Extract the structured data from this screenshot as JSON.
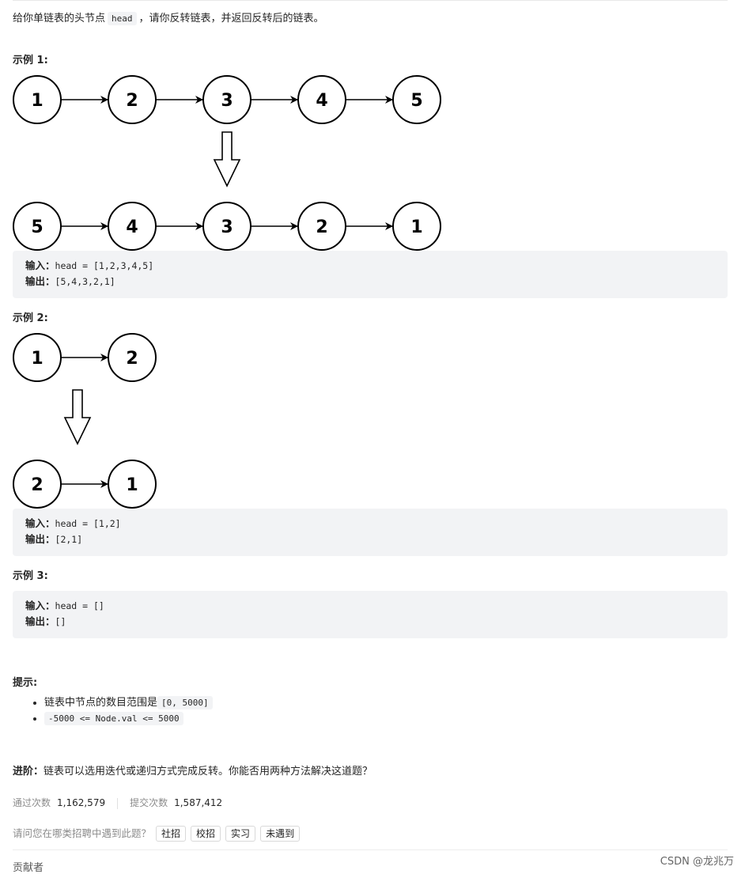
{
  "description": {
    "before": "给你单链表的头节点",
    "code": "head",
    "after": "，请你反转链表，并返回反转后的链表。"
  },
  "examples": [
    {
      "title": "示例 1:",
      "input_label": "输入：",
      "input_value": "head = [1,2,3,4,5]",
      "output_label": "输出：",
      "output_value": "[5,4,3,2,1]",
      "diagram": {
        "before": [
          "1",
          "2",
          "3",
          "4",
          "5"
        ],
        "after": [
          "5",
          "4",
          "3",
          "2",
          "1"
        ]
      }
    },
    {
      "title": "示例 2:",
      "input_label": "输入：",
      "input_value": "head = [1,2]",
      "output_label": "输出：",
      "output_value": "[2,1]",
      "diagram": {
        "before": [
          "1",
          "2"
        ],
        "after": [
          "2",
          "1"
        ]
      }
    },
    {
      "title": "示例 3:",
      "input_label": "输入：",
      "input_value": "head = []",
      "output_label": "输出：",
      "output_value": "[]"
    }
  ],
  "hints": {
    "title": "提示:",
    "items": [
      {
        "text": "链表中节点的数目范围是",
        "code": "[0, 5000]"
      },
      {
        "text": "",
        "code": "-5000 <= Node.val <= 5000"
      }
    ]
  },
  "advance": {
    "label": "进阶：",
    "text": "链表可以选用迭代或递归方式完成反转。你能否用两种方法解决这道题？"
  },
  "stats": {
    "accepted_label": "通过次数",
    "accepted_value": "1,162,579",
    "submitted_label": "提交次数",
    "submitted_value": "1,587,412"
  },
  "jobs": {
    "question": "请问您在哪类招聘中遇到此题？",
    "options": [
      "社招",
      "校招",
      "实习",
      "未遇到"
    ]
  },
  "contributors": {
    "label": "贡献者"
  },
  "watermark": "CSDN @龙兆万"
}
